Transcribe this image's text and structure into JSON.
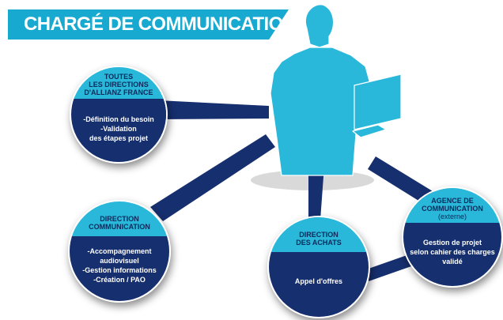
{
  "title": "CHARGÉ DE COMMUNICATION",
  "colors": {
    "banner": "#17a9cf",
    "header": "#29b8d9",
    "body": "#162f6e",
    "connector": "#162f6e",
    "silhouette": "#29b8d9"
  },
  "icon": "person-with-laptop-silhouette",
  "nodes": {
    "directions": {
      "heading": [
        "TOUTES",
        "LES DIRECTIONS",
        "D'ALLIANZ FRANCE"
      ],
      "lines": [
        "-Définition du besoin",
        "-Validation",
        "des étapes projet"
      ]
    },
    "communication": {
      "heading": [
        "DIRECTION",
        "COMMUNICATION"
      ],
      "lines": [
        "-Accompagnement",
        "audiovisuel",
        "-Gestion informations",
        "-Création / PAO"
      ]
    },
    "achats": {
      "heading": [
        "DIRECTION",
        "DES ACHATS"
      ],
      "lines": [
        "Appel d'offres"
      ]
    },
    "agence": {
      "heading": [
        "AGENCE DE",
        "COMMUNICATION",
        "(externe)"
      ],
      "lines": [
        "Gestion de projet",
        "selon cahier des charges",
        "validé"
      ]
    }
  }
}
